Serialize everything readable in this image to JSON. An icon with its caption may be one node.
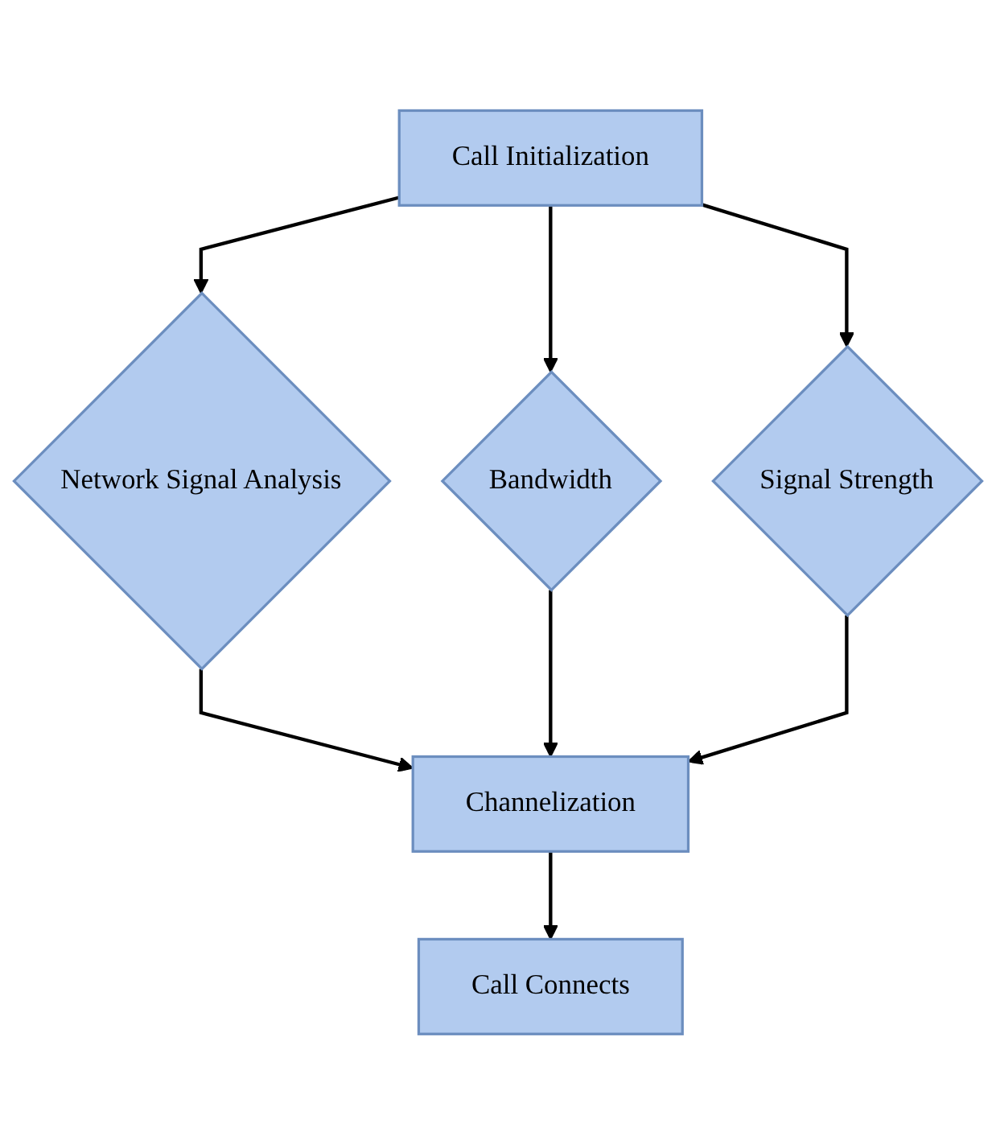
{
  "diagram": {
    "nodes": [
      {
        "text": [
          "Call Initialization"
        ]
      },
      {
        "text": [
          "Network Signal Analysis"
        ]
      },
      {
        "text": [
          "Bandwidth"
        ]
      },
      {
        "text": [
          "Signal Strength"
        ]
      },
      {
        "text": [
          "Channelization"
        ]
      },
      {
        "text": [
          "Call Connects"
        ]
      }
    ],
    "edges": [
      {
        "from": 0,
        "to": 1,
        "arrow": "to"
      },
      {
        "from": 0,
        "to": 2,
        "arrow": "to"
      },
      {
        "from": 0,
        "to": 3,
        "arrow": "to"
      },
      {
        "from": 1,
        "to": 4,
        "arrow": "to"
      },
      {
        "from": 2,
        "to": 4,
        "arrow": "to"
      },
      {
        "from": 3,
        "to": 4,
        "arrow": "to"
      },
      {
        "from": 4,
        "to": 5,
        "arrow": "to"
      }
    ]
  }
}
